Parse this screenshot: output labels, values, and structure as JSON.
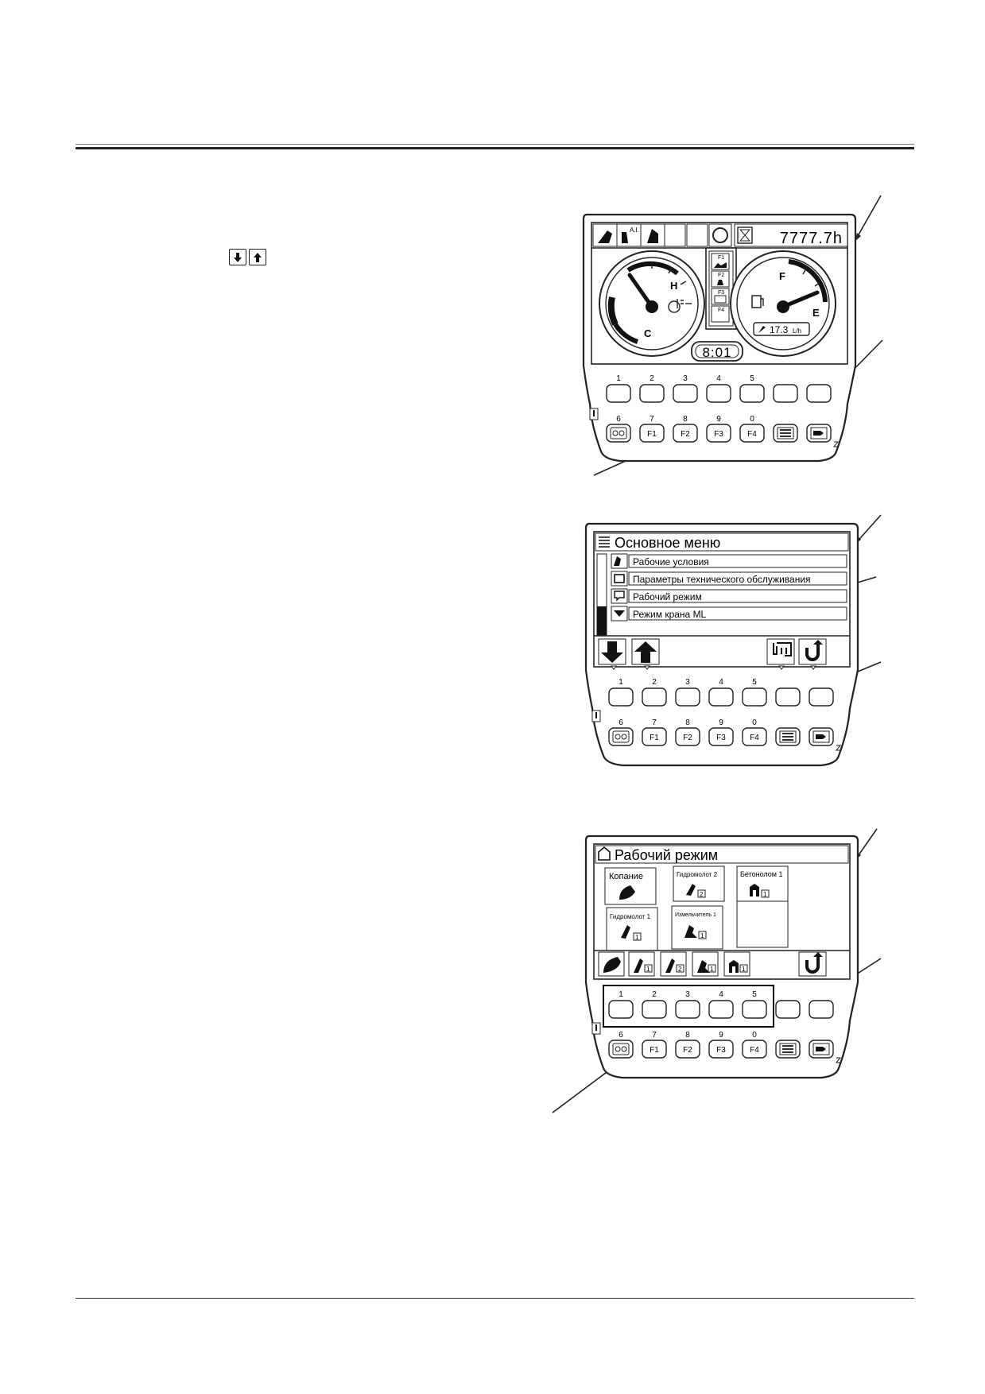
{
  "document": {
    "arrow_keys": {
      "down": "down-arrow-icon",
      "up": "up-arrow-icon"
    }
  },
  "monitor1": {
    "hour_meter": "7777.7h",
    "coolant_gauge": {
      "hot_label": "H",
      "cold_label": "C"
    },
    "fuel_gauge": {
      "full_label": "F",
      "empty_label": "E",
      "consumption": "17.3",
      "consumption_unit": "L/h"
    },
    "fkey_panel": [
      "F1",
      "F2",
      "F3",
      "F4"
    ],
    "clock": "8:01"
  },
  "keypad": {
    "top_numbers": [
      "1",
      "2",
      "3",
      "4",
      "5"
    ],
    "bottom_numbers": [
      "6",
      "7",
      "8",
      "9",
      "0"
    ],
    "fkeys": [
      "F1",
      "F2",
      "F3",
      "F4"
    ]
  },
  "monitor2": {
    "title": "Основное меню",
    "items": [
      "Рабочие условия",
      "Параметры технического обслуживания",
      "Рабочий режим",
      "Режим крана ML"
    ]
  },
  "monitor3": {
    "title": "Рабочий режим",
    "modes": [
      {
        "label": "Копание",
        "badge": ""
      },
      {
        "label": "Гидромолот 2",
        "badge": "2"
      },
      {
        "label": "Бетонолом 1",
        "badge": "1"
      },
      {
        "label": "Гидромолот 1",
        "badge": "1"
      },
      {
        "label": "Измельчитель 1",
        "badge": "1"
      }
    ],
    "bar_badges": [
      "1",
      "2",
      "1",
      "1"
    ]
  }
}
